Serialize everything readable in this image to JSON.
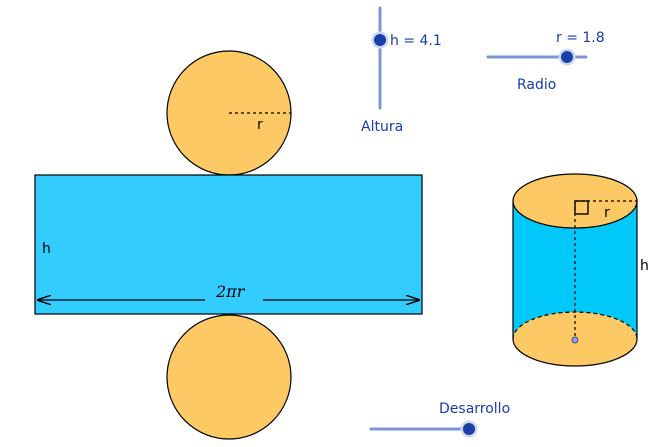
{
  "colors": {
    "disk_fill": "#fdc964",
    "rect_fill": "#33ccff",
    "outline": "#000000",
    "slider_track": "#7b96d6",
    "slider_knob": "#1b3fa8",
    "slider_label": "#1a3bb2"
  },
  "sliders": {
    "height": {
      "value_text": "h = 4.1",
      "caption": "Altura"
    },
    "radius": {
      "value_text": "r = 1.8",
      "caption": "Radio"
    },
    "unfold": {
      "caption": "Desarrollo"
    }
  },
  "net": {
    "top_disk_radius_label": "r",
    "side_height_label": "h",
    "circumference_label": "2πr"
  },
  "cylinder": {
    "radius_label": "r",
    "height_label": "h"
  }
}
